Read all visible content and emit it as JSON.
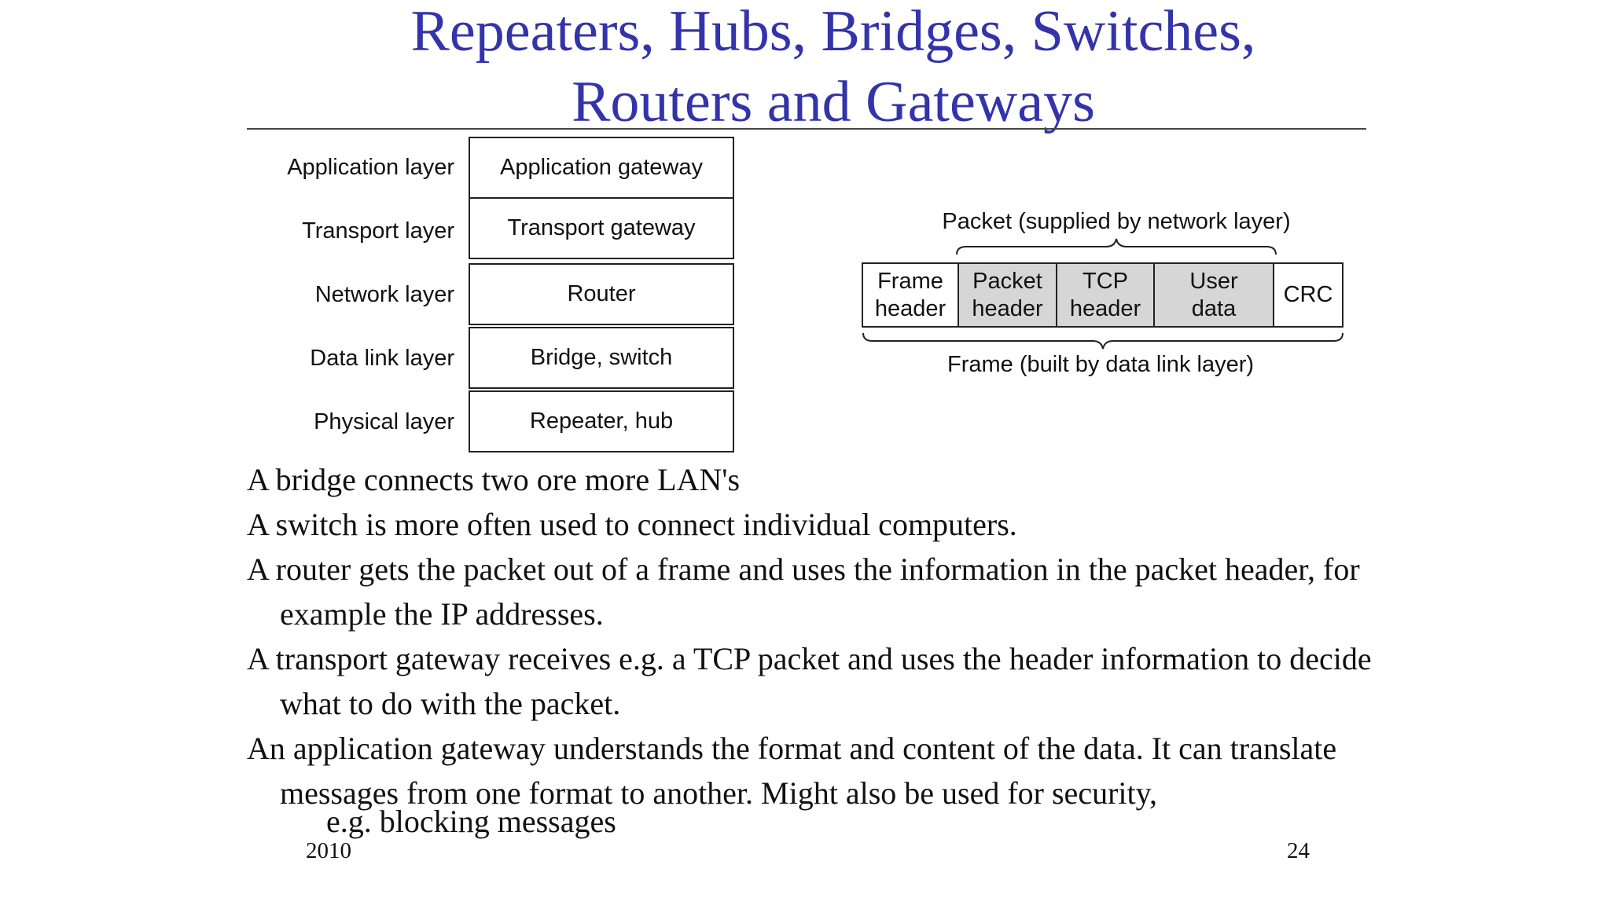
{
  "title": {
    "line1": "Repeaters, Hubs, Bridges, Switches,",
    "line2": "Routers and Gateways"
  },
  "layers": [
    {
      "layer": "Application layer",
      "device": "Application gateway"
    },
    {
      "layer": "Transport layer",
      "device": "Transport gateway"
    },
    {
      "layer": "Network layer",
      "device": "Router"
    },
    {
      "layer": "Data link layer",
      "device": "Bridge, switch"
    },
    {
      "layer": "Physical layer",
      "device": "Repeater, hub"
    }
  ],
  "frame_diagram": {
    "packet_label": "Packet (supplied by network layer)",
    "frame_label": "Frame (built by data link layer)",
    "cells": [
      {
        "text": "Frame\nheader",
        "shaded": false
      },
      {
        "text": "Packet\nheader",
        "shaded": true
      },
      {
        "text": "TCP\nheader",
        "shaded": true
      },
      {
        "text": "User\ndata",
        "shaded": true
      },
      {
        "text": "CRC",
        "shaded": false
      }
    ],
    "shade_color": "#d6d6d6"
  },
  "paragraphs": [
    "A bridge connects two ore more LAN's",
    "A switch is more often used to connect individual computers.",
    "A router gets the packet out of a frame and uses the information in the packet header, for example the IP addresses.",
    "A transport gateway receives e.g. a TCP packet and uses the header information to decide what to do with the packet.",
    "An application gateway understands the format and content of the data. It can translate messages from one format to another. Might also be used for security,"
  ],
  "paragraph_tail": "e.g. blocking messages",
  "footer": {
    "year": "2010",
    "page_number": "24"
  },
  "colors": {
    "title": "#3333aa"
  }
}
